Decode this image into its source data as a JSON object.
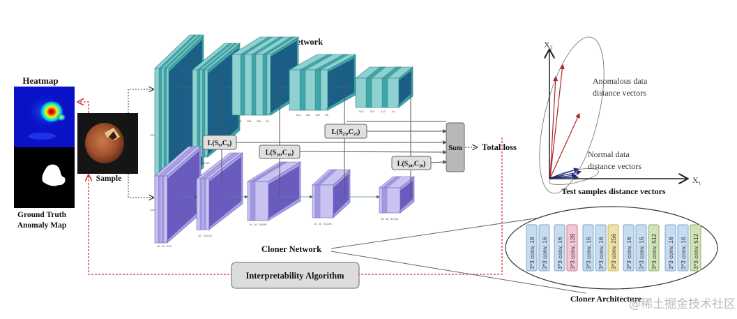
{
  "labels": {
    "heatmap": "Heatmap",
    "ground_truth_line1": "Ground Truth",
    "ground_truth_line2": "Anomaly Map",
    "sample": "Sample",
    "source_network": "Source Network",
    "cloner_network": "Cloner Network",
    "sum": "Sum",
    "total_loss": "Total loss",
    "interpretability": "Interpretability Algorithm",
    "cloner_architecture": "Cloner Architecture",
    "watermark": "@稀土掘金技术社区"
  },
  "loss_boxes": [
    {
      "base": "L(S",
      "s": "9",
      "c": "9"
    },
    {
      "base": "L(S",
      "s": "16",
      "c": "16"
    },
    {
      "base": "L(S",
      "s": "23",
      "c": "23"
    },
    {
      "base": "L(S",
      "s": "30",
      "c": "30"
    }
  ],
  "source_blocks": [
    {
      "dims": [
        "64",
        "64",
        "224"
      ],
      "side": "224"
    },
    {
      "dims": [
        "128",
        "128",
        "112"
      ]
    },
    {
      "dims": [
        "256",
        "256",
        "256",
        "56"
      ]
    },
    {
      "dims": [
        "512",
        "512",
        "512",
        "28"
      ]
    },
    {
      "dims": [
        "512",
        "512",
        "512",
        "14"
      ]
    }
  ],
  "cloner_blocks": [
    {
      "dims": [
        "16",
        "16",
        "224"
      ],
      "side": "224"
    },
    {
      "dims": [
        "16",
        "128",
        "112"
      ]
    },
    {
      "dims": [
        "16",
        "16",
        "256",
        "56"
      ]
    },
    {
      "dims": [
        "16",
        "16",
        "512",
        "28"
      ]
    },
    {
      "dims": [
        "16",
        "16",
        "512",
        "14"
      ]
    }
  ],
  "vector_plot": {
    "x_axis": "X₁",
    "y_axis": "X₂",
    "anomalous_line1": "Anomalous data",
    "anomalous_line2": "distance vectors",
    "normal_line1": "Normal data",
    "normal_line2": "distance vectors",
    "caption": "Test samples distance vectors",
    "anomalous_color": "#b22222",
    "normal_color": "#1f2a7a"
  },
  "cloner_layers": [
    {
      "label": "3*3 conv, 16",
      "color": "blue"
    },
    {
      "label": "3*3 conv, 16",
      "color": "blue"
    },
    {
      "label": "3*3 conv, 16",
      "color": "blue"
    },
    {
      "label": "3*3 conv, 128",
      "color": "pink"
    },
    {
      "label": "3*3 conv, 16",
      "color": "blue"
    },
    {
      "label": "3*3 conv, 16",
      "color": "blue"
    },
    {
      "label": "3*3 conv, 256",
      "color": "yellow"
    },
    {
      "label": "3*3 conv, 16",
      "color": "blue"
    },
    {
      "label": "3*3 conv, 16",
      "color": "blue"
    },
    {
      "label": "3*3 conv, 512",
      "color": "green"
    },
    {
      "label": "3*3 conv, 16",
      "color": "blue"
    },
    {
      "label": "3*3 conv, 16",
      "color": "blue"
    },
    {
      "label": "3*3 conv, 512",
      "color": "green"
    }
  ],
  "colors": {
    "teal_light": "#8fd0d0",
    "teal_mid": "#3fa6a6",
    "teal_dark": "#1b5f86",
    "purple_light": "#c9c3f2",
    "purple_mid": "#a79fe6",
    "purple_dark": "#6a5bbf",
    "red_dashed": "#d23a3a",
    "box_gray": "#e0e0e0",
    "sum_gray": "#b8b8b8"
  }
}
